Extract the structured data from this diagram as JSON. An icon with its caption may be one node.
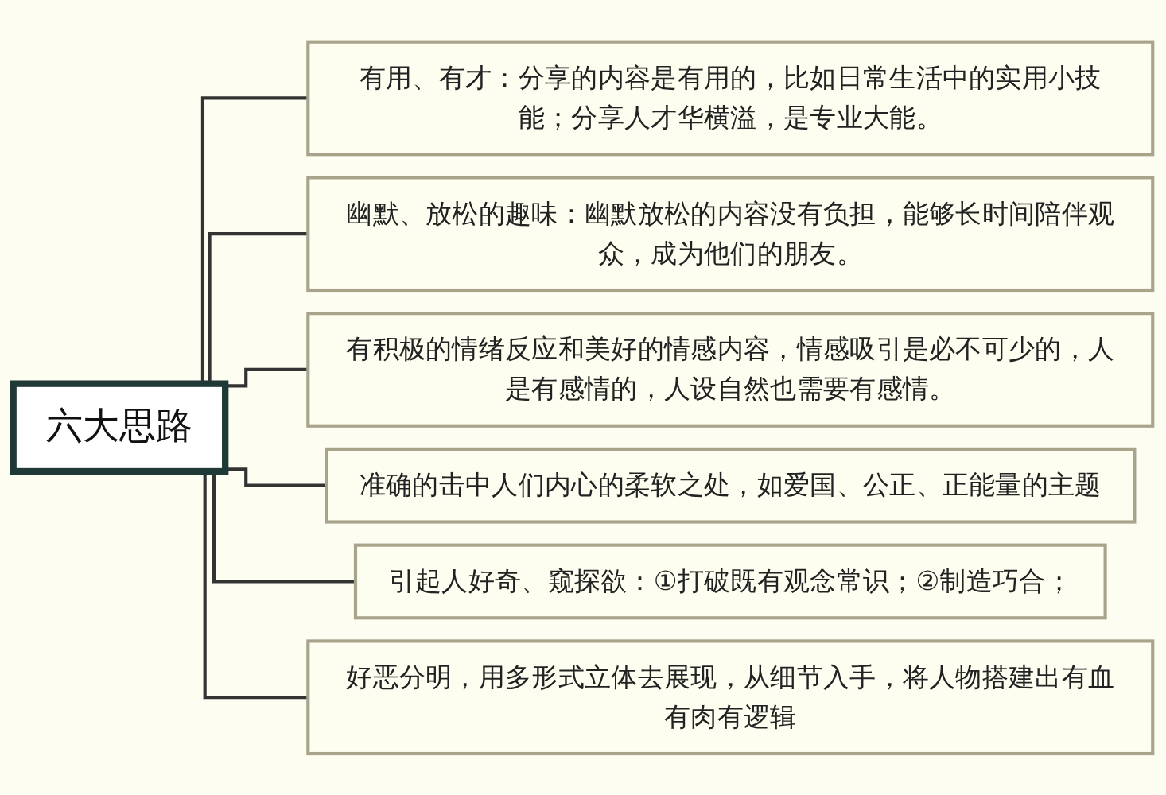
{
  "diagram": {
    "nodes": [
      {
        "text": [
          "六大思路"
        ]
      },
      {
        "text": [
          "有用、有才：分享的内容是有用的，比如日常生活中的实用小技能；分享人才华横溢，是专业大能。"
        ]
      },
      {
        "text": [
          "幽默、放松的趣味：幽默放松的内容没有负担，能够长时间陪伴观众，成为他们的朋友。"
        ]
      },
      {
        "text": [
          "有积极的情绪反应和美好的情感内容，情感吸引是必不可少的，人是有感情的，人设自然也需要有感情。"
        ]
      },
      {
        "text": [
          "准确的击中人们内心的柔软之处，如爱国、公正、正能量的主题"
        ]
      },
      {
        "text": [
          "引起人好奇、窥探欲：①打破既有观念常识；②制造巧合；"
        ]
      },
      {
        "text": [
          "好恶分明，用多形式立体去展现，从细节入手，将人物搭建出有血有肉有逻辑"
        ]
      }
    ],
    "edges": [
      {
        "from": 0,
        "to": 1,
        "arrow": "none"
      },
      {
        "from": 0,
        "to": 2,
        "arrow": "none"
      },
      {
        "from": 0,
        "to": 3,
        "arrow": "none"
      },
      {
        "from": 0,
        "to": 4,
        "arrow": "none"
      },
      {
        "from": 0,
        "to": 5,
        "arrow": "none"
      },
      {
        "from": 0,
        "to": 6,
        "arrow": "none"
      }
    ]
  }
}
